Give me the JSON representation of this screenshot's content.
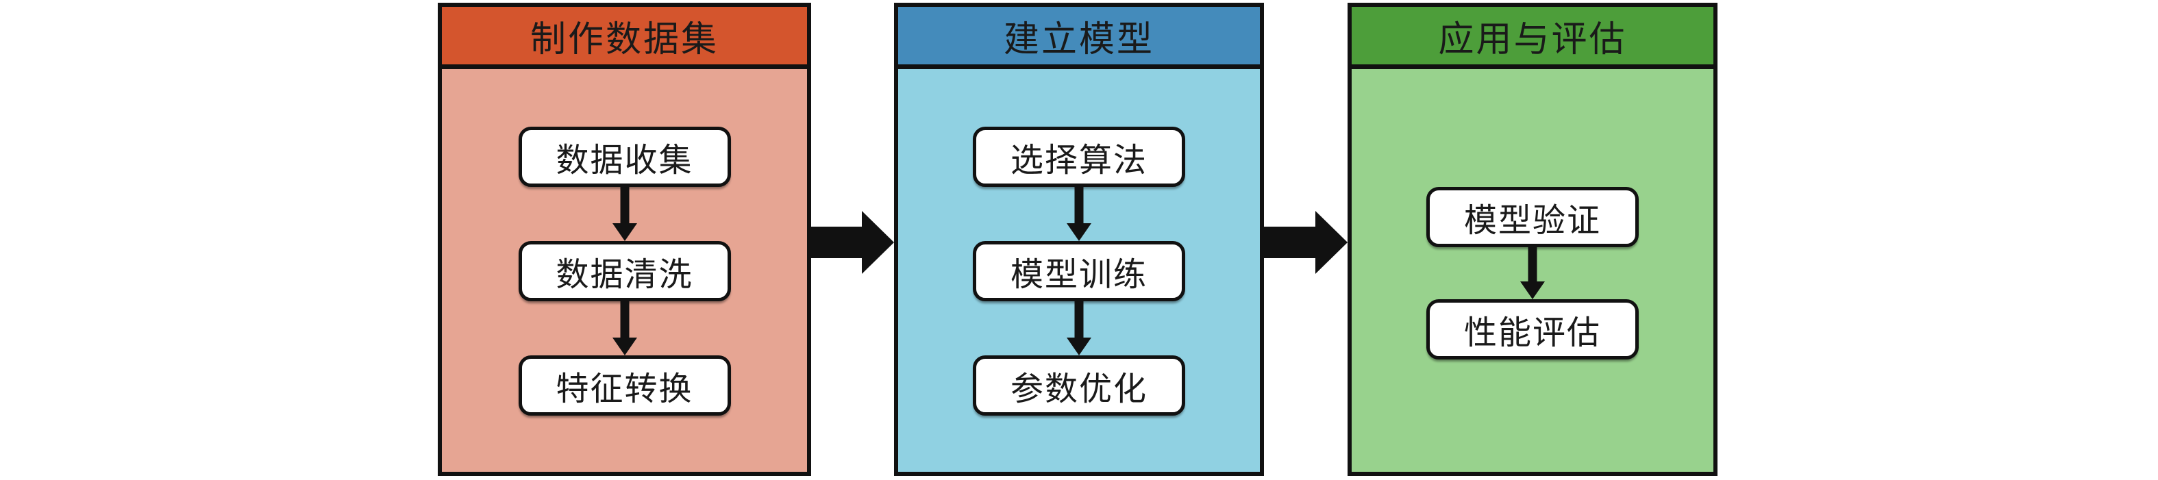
{
  "diagram": {
    "title": "machine-learning workflow flowchart",
    "border_color": "#111111",
    "arrow_color": "#111111",
    "node_background": "#ffffff",
    "panels": [
      {
        "title": "制作数据集",
        "header_color": "#d4552d",
        "body_color": "#e6a593",
        "steps": [
          "数据收集",
          "数据清洗",
          "特征转换"
        ]
      },
      {
        "title": "建立模型",
        "header_color": "#448bbb",
        "body_color": "#90d1e2",
        "steps": [
          "选择算法",
          "模型训练",
          "参数优化"
        ]
      },
      {
        "title": "应用与评估",
        "header_color": "#4d9e3a",
        "body_color": "#98d28d",
        "steps": [
          "模型验证",
          "性能评估"
        ]
      }
    ]
  }
}
